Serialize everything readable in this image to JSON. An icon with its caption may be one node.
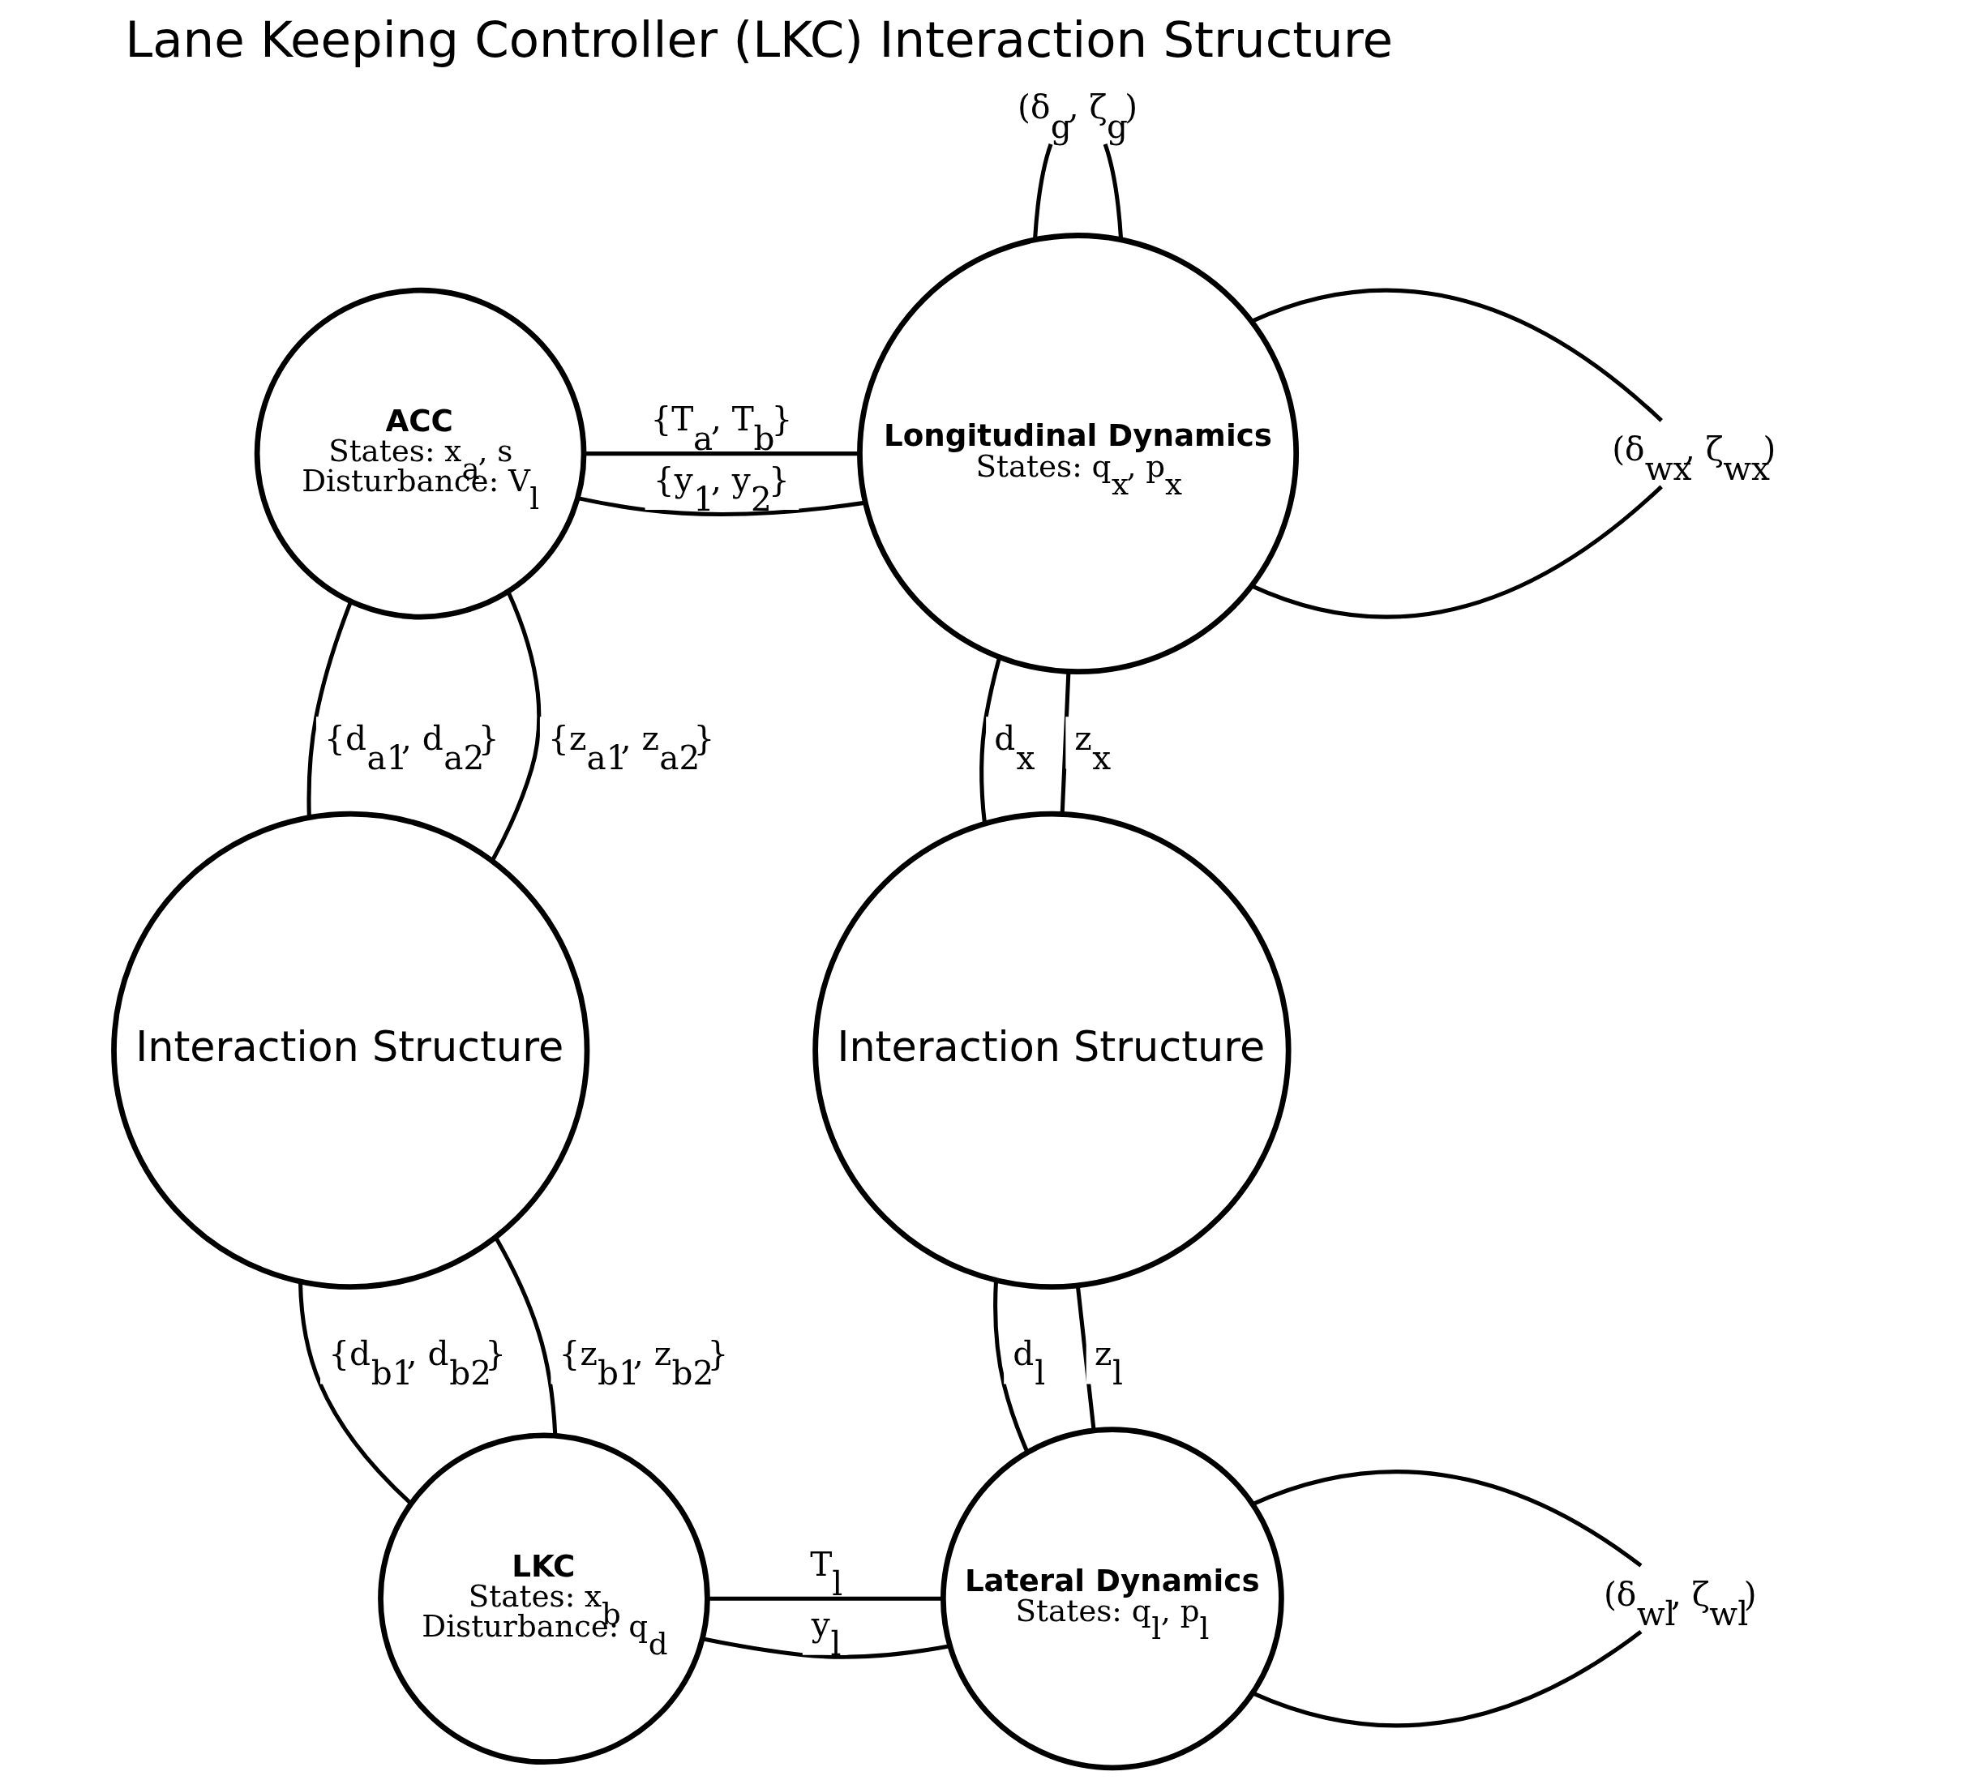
{
  "diagram": {
    "title": "Lane Keeping Controller (LKC) Interaction Structure",
    "nodes": [
      {
        "text": [
          "ACC",
          "States: x$_{a}$, s",
          "Disturbance: V$_{l}$"
        ]
      },
      {
        "text": [
          "Longitudinal Dynamics",
          "States: q$_{x}$, p$_{x}$"
        ]
      },
      {
        "text": [
          "Interaction Structure"
        ]
      },
      {
        "text": [
          "Interaction Structure"
        ]
      },
      {
        "text": [
          "LKC",
          "States: x$_{b}$",
          "Disturbance: q$_{d}$"
        ]
      },
      {
        "text": [
          "Lateral Dynamics",
          "States: q$_{l}$, p$_{l}$"
        ]
      },
      {
        "text": [
          "(δ$_{g}$, ζ$_{g}$)"
        ]
      },
      {
        "text": [
          "(δ$_{wx}$, ζ$_{wx}$)"
        ]
      },
      {
        "text": [
          "(δ$_{wl}$, ζ$_{wl}$)"
        ]
      }
    ],
    "edges": [
      {
        "from": 0,
        "to": 1,
        "arrow": "none",
        "label": "{T$_{a}$, T$_{b}$}"
      },
      {
        "from": 0,
        "to": 1,
        "arrow": "none",
        "label": "{y$_{1}$, y$_{2}$}"
      },
      {
        "from": 0,
        "to": 2,
        "arrow": "none",
        "label": "{d$_{a1}$, d$_{a2}$}"
      },
      {
        "from": 0,
        "to": 2,
        "arrow": "none",
        "label": "{z$_{a1}$, z$_{a2}$}"
      },
      {
        "from": 2,
        "to": 4,
        "arrow": "none",
        "label": "{d$_{b1}$, d$_{b2}$}"
      },
      {
        "from": 2,
        "to": 4,
        "arrow": "none",
        "label": "{z$_{b1}$, z$_{b2}$}"
      },
      {
        "from": 1,
        "to": 3,
        "arrow": "none",
        "label": "d$_{x}$"
      },
      {
        "from": 1,
        "to": 3,
        "arrow": "none",
        "label": "z$_{x}$"
      },
      {
        "from": 3,
        "to": 5,
        "arrow": "none",
        "label": "d$_{l}$"
      },
      {
        "from": 3,
        "to": 5,
        "arrow": "none",
        "label": "z$_{l}$"
      },
      {
        "from": 4,
        "to": 5,
        "arrow": "none",
        "label": "T$_{l}$"
      },
      {
        "from": 4,
        "to": 5,
        "arrow": "none",
        "label": "y$_{l}$"
      },
      {
        "from": 6,
        "to": 1,
        "arrow": "none"
      },
      {
        "from": 6,
        "to": 1,
        "arrow": "none"
      },
      {
        "from": 1,
        "to": 7,
        "arrow": "none"
      },
      {
        "from": 1,
        "to": 7,
        "arrow": "none"
      },
      {
        "from": 5,
        "to": 8,
        "arrow": "none"
      },
      {
        "from": 5,
        "to": 8,
        "arrow": "none"
      }
    ]
  }
}
